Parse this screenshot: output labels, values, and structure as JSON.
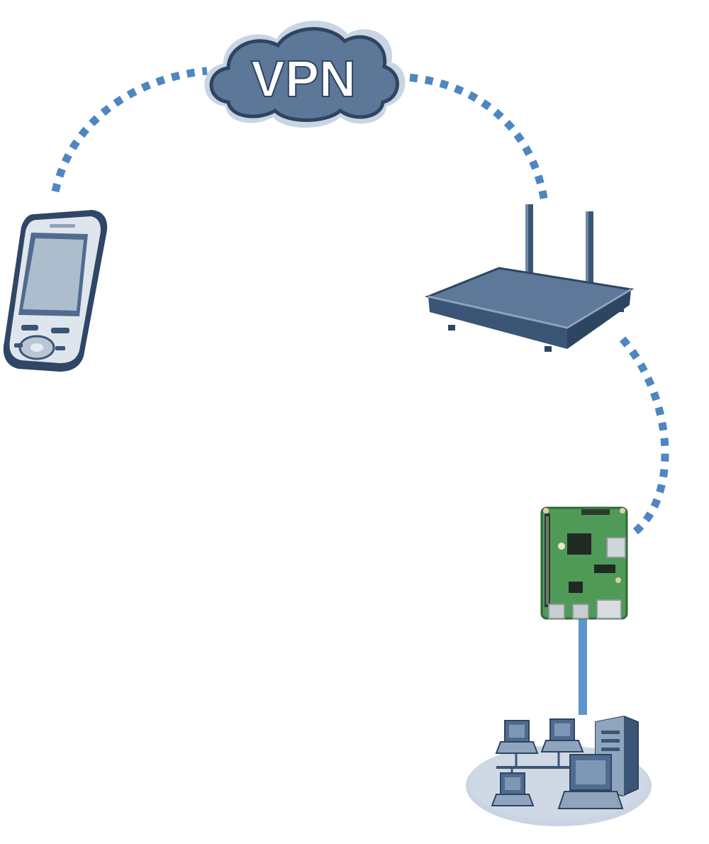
{
  "diagram": {
    "cloud": {
      "label": "VPN"
    },
    "nodes": [
      "mobile-phone",
      "wireless-router",
      "raspberry-pi-board",
      "local-network"
    ],
    "links": [
      {
        "from": "mobile-phone",
        "to": "vpn-cloud",
        "style": "dotted"
      },
      {
        "from": "vpn-cloud",
        "to": "wireless-router",
        "style": "dotted"
      },
      {
        "from": "wireless-router",
        "to": "raspberry-pi-board",
        "style": "dotted"
      },
      {
        "from": "raspberry-pi-board",
        "to": "local-network",
        "style": "solid"
      }
    ]
  },
  "colors": {
    "link": "#4f86bf",
    "device_dark": "#3b5577",
    "device_mid": "#5f7b9c",
    "cloud_fill": "#5c7797",
    "board_green": "#4f9a57",
    "background": "#ffffff"
  }
}
